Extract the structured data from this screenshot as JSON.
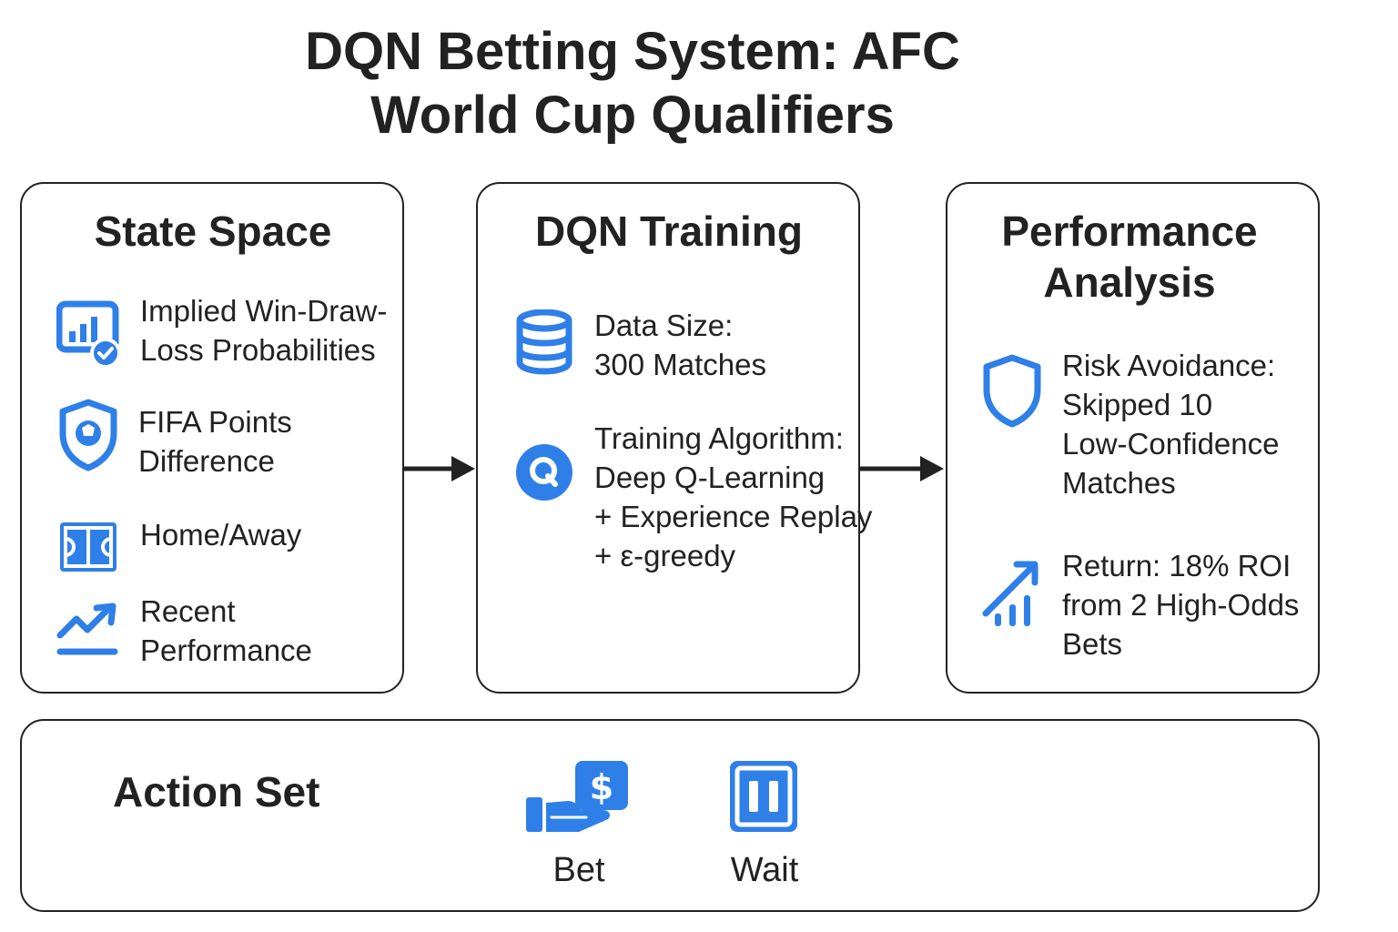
{
  "title": {
    "line1": "DQN Betting System: AFC",
    "line2": "World Cup Qualifiers"
  },
  "state_space": {
    "title": "State Space",
    "items": [
      {
        "icon": "chart-check-icon",
        "lines": [
          "Implied Win-Draw-",
          "Loss Probabilities"
        ]
      },
      {
        "icon": "shield-ball-icon",
        "lines": [
          "FIFA Points",
          "Difference"
        ]
      },
      {
        "icon": "pitch-icon",
        "lines": [
          "Home/Away"
        ]
      },
      {
        "icon": "trend-up-icon",
        "lines": [
          "Recent",
          "Performance"
        ]
      }
    ]
  },
  "dqn_training": {
    "title": "DQN Training",
    "items": [
      {
        "icon": "database-icon",
        "lines": [
          "Data Size:",
          "300 Matches"
        ]
      },
      {
        "icon": "q-circle-icon",
        "lines": [
          "Training Algorithm:",
          "Deep Q-Learning",
          "+ Experience Replay",
          "+ ε-greedy"
        ]
      }
    ]
  },
  "performance": {
    "title_lines": [
      "Performance",
      "Analysis"
    ],
    "items": [
      {
        "icon": "shield-icon",
        "lines": [
          "Risk Avoidance:",
          "Skipped 10",
          "Low-Confidence",
          "Matches"
        ]
      },
      {
        "icon": "growth-chart-icon",
        "lines": [
          "Return: 18% ROI",
          "from 2 High-Odds",
          "Bets"
        ]
      }
    ]
  },
  "action_set": {
    "title": "Action Set",
    "actions": [
      {
        "icon": "hand-dollar-icon",
        "label": "Bet"
      },
      {
        "icon": "pause-icon",
        "label": "Wait"
      }
    ]
  },
  "colors": {
    "accent": "#2f7fe8",
    "text": "#222222",
    "border": "#222222"
  }
}
